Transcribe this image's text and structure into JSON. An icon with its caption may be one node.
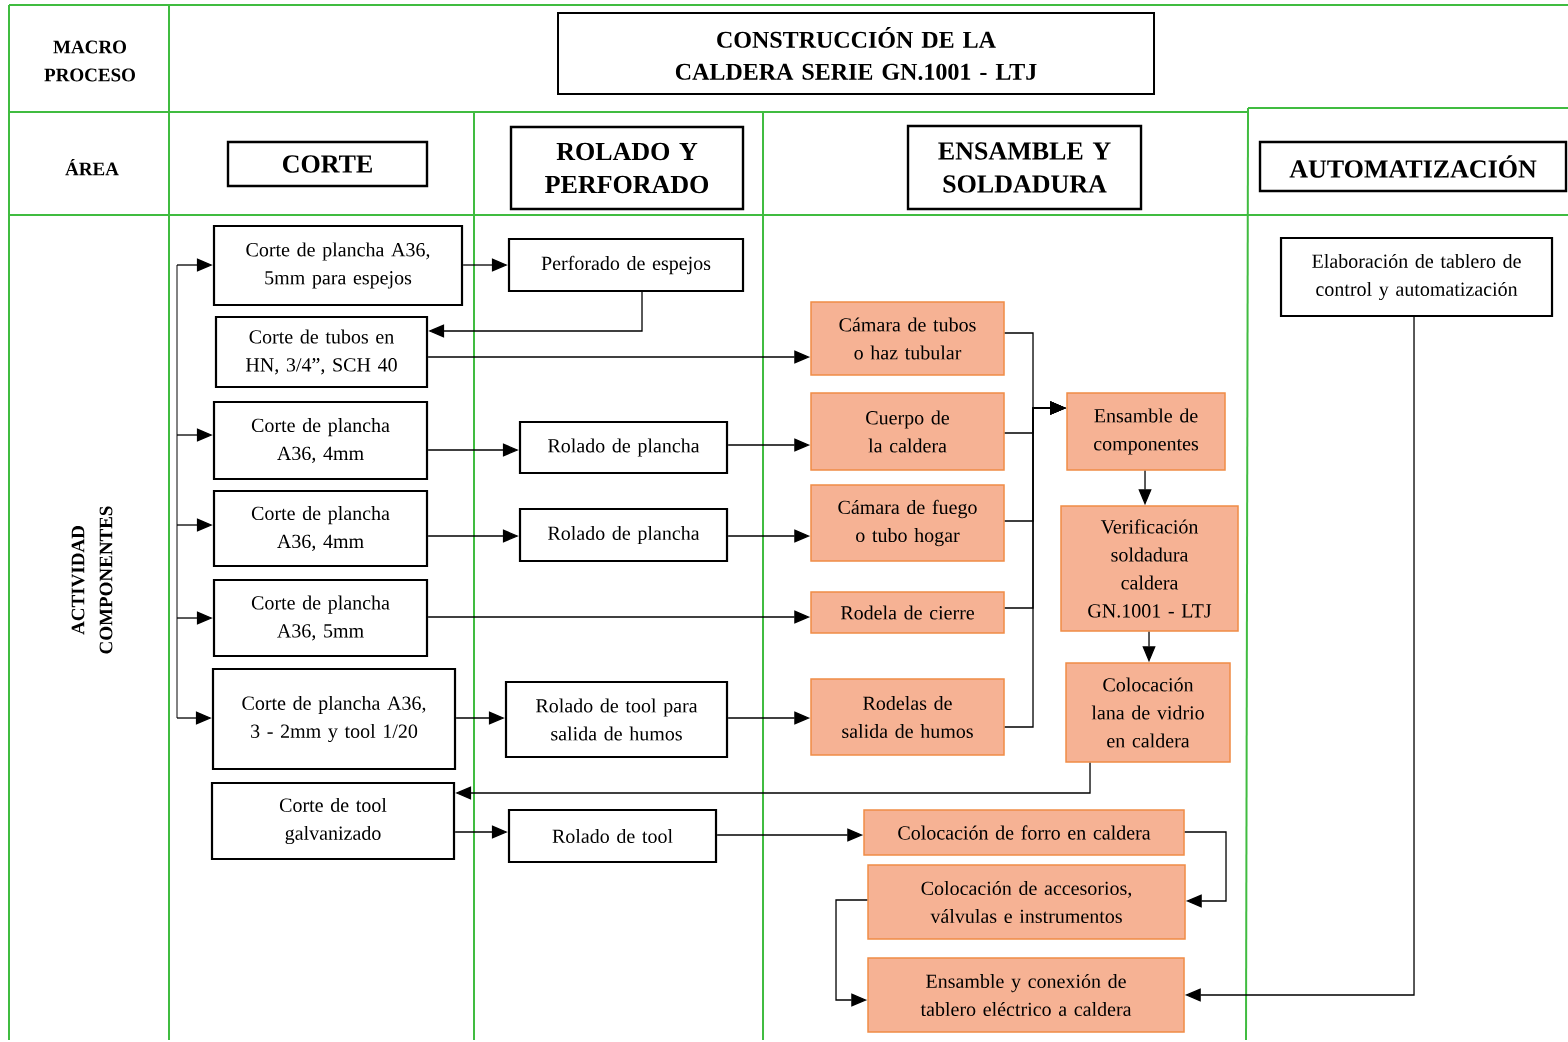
{
  "diagram": {
    "title": "CONSTRUCCIÓN DE LA CALDERA SERIE GN.1001 - LTJ",
    "nodes": [
      {
        "text": [
          "CORTE"
        ]
      },
      {
        "text": [
          "ROLADO Y PERFORADO"
        ]
      },
      {
        "text": [
          "ENSAMBLE Y SOLDADURA"
        ]
      },
      {
        "text": [
          "AUTOMATIZACIÓN"
        ]
      },
      {
        "text": [
          "Corte de plancha A36, 5mm para espejos"
        ]
      },
      {
        "text": [
          "Perforado de espejos"
        ]
      },
      {
        "text": [
          "Corte de tubos en HN, 3/4”, SCH 40"
        ]
      },
      {
        "text": [
          "Cámara de tubos o haz tubular"
        ]
      },
      {
        "text": [
          "Corte de plancha A36, 4mm"
        ]
      },
      {
        "text": [
          "Rolado de plancha"
        ]
      },
      {
        "text": [
          "Cuerpo de la caldera"
        ]
      },
      {
        "text": [
          "Ensamble de componentes"
        ]
      },
      {
        "text": [
          "Corte de plancha A36, 4mm"
        ]
      },
      {
        "text": [
          "Rolado de plancha"
        ]
      },
      {
        "text": [
          "Cámara de fuego o tubo hogar"
        ]
      },
      {
        "text": [
          "Verificación soldadura caldera GN.1001 - LTJ"
        ]
      },
      {
        "text": [
          "Corte de plancha A36, 5mm"
        ]
      },
      {
        "text": [
          "Rodela de cierre"
        ]
      },
      {
        "text": [
          "Corte de plancha A36, 3 - 2mm y tool 1/20"
        ]
      },
      {
        "text": [
          "Rolado de tool para salida de humos"
        ]
      },
      {
        "text": [
          "Rodelas de salida de humos"
        ]
      },
      {
        "text": [
          "Colocación lana de vidrio en caldera"
        ]
      },
      {
        "text": [
          "Corte de tool galvanizado"
        ]
      },
      {
        "text": [
          "Rolado de tool"
        ]
      },
      {
        "text": [
          "Colocación de forro en caldera"
        ]
      },
      {
        "text": [
          "Colocación de accesorios, válvulas e instrumentos"
        ]
      },
      {
        "text": [
          "Ensamble y conexión de tablero eléctrico a caldera"
        ]
      },
      {
        "text": [
          "Elaboración de tablero de control y automatización"
        ]
      }
    ],
    "edges": [
      {
        "from": 4,
        "to": 5,
        "arrow": "to"
      },
      {
        "from": 5,
        "to": 6,
        "arrow": "to"
      },
      {
        "from": 6,
        "to": 7,
        "arrow": "to"
      },
      {
        "from": 8,
        "to": 9,
        "arrow": "to"
      },
      {
        "from": 9,
        "to": 10,
        "arrow": "to"
      },
      {
        "from": 12,
        "to": 13,
        "arrow": "to"
      },
      {
        "from": 13,
        "to": 14,
        "arrow": "to"
      },
      {
        "from": 16,
        "to": 17,
        "arrow": "to"
      },
      {
        "from": 18,
        "to": 19,
        "arrow": "to"
      },
      {
        "from": 19,
        "to": 20,
        "arrow": "to"
      },
      {
        "from": 7,
        "to": 11,
        "arrow": "to"
      },
      {
        "from": 10,
        "to": 11,
        "arrow": "to"
      },
      {
        "from": 14,
        "to": 11,
        "arrow": "to"
      },
      {
        "from": 17,
        "to": 11,
        "arrow": "to"
      },
      {
        "from": 20,
        "to": 11,
        "arrow": "to"
      },
      {
        "from": 11,
        "to": 15,
        "arrow": "to"
      },
      {
        "from": 15,
        "to": 21,
        "arrow": "to"
      },
      {
        "from": 21,
        "to": 22,
        "arrow": "to"
      },
      {
        "from": 22,
        "to": 23,
        "arrow": "to"
      },
      {
        "from": 23,
        "to": 24,
        "arrow": "to"
      },
      {
        "from": 24,
        "to": 25,
        "arrow": "to"
      },
      {
        "from": 25,
        "to": 26,
        "arrow": "to"
      },
      {
        "from": 27,
        "to": 26,
        "arrow": "to"
      },
      {
        "from": null,
        "to": 4,
        "arrow": "to"
      },
      {
        "from": null,
        "to": 8,
        "arrow": "to"
      },
      {
        "from": null,
        "to": 12,
        "arrow": "to"
      },
      {
        "from": null,
        "to": 16,
        "arrow": "to"
      },
      {
        "from": null,
        "to": 18,
        "arrow": "to"
      }
    ],
    "labels": [
      "MACRO PROCESO",
      "ÁREA",
      "ACTIVIDAD COMPONENTES"
    ]
  }
}
